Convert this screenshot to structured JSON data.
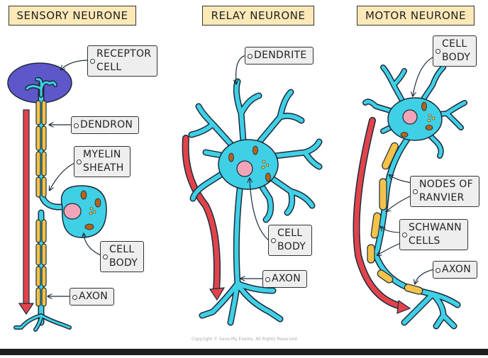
{
  "titles": {
    "sensory": "SENSORY NEURONE",
    "relay": "RELAY NEURONE",
    "motor": "MOTOR NEURONE"
  },
  "sensory_labels": {
    "receptor_line1": "RECEPTOR",
    "receptor_line2": "CELL",
    "dendron": "DENDRON",
    "myelin_line1": "MYELIN",
    "myelin_line2": "SHEATH",
    "cellbody_line1": "CELL",
    "cellbody_line2": "BODY",
    "axon": "AXON"
  },
  "relay_labels": {
    "dendrite": "DENDRITE",
    "cellbody_line1": "CELL",
    "cellbody_line2": "BODY",
    "axon": "AXON"
  },
  "motor_labels": {
    "cellbody_line1": "CELL",
    "cellbody_line2": "BODY",
    "nodes_line1": "NODES OF",
    "nodes_line2": "RANVIER",
    "schwann_line1": "SCHWANN",
    "schwann_line2": "CELLS",
    "axon": "AXON"
  },
  "copyright": "Copyright © Save My Exams. All Rights Reserved",
  "colors": {
    "neurone": "#3fd0e6",
    "outline": "#1b2a3a",
    "receptor": "#5e57c9",
    "nucleus": "#f2a5b8",
    "myelin": "#f3c24a",
    "arrow": "#e2434b",
    "title_bg": "#fde9b8",
    "tag_bg": "#eeeeee"
  }
}
